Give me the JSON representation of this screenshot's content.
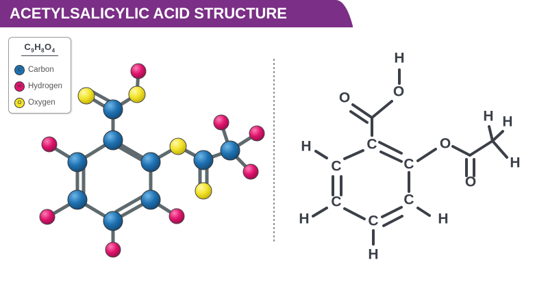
{
  "title": "ACETYLSALICYLIC ACID STRUCTURE",
  "legend": {
    "formula": {
      "c": "C",
      "c_n": "9",
      "h": "H",
      "h_n": "8",
      "o": "O",
      "o_n": "4"
    },
    "items": [
      {
        "label": "Carbon",
        "symbol": "C",
        "color": "#1f72b2"
      },
      {
        "label": "Hydrogen",
        "symbol": "H",
        "color": "#e0156e"
      },
      {
        "label": "Oxygen",
        "symbol": "O",
        "color": "#f2e32a"
      }
    ]
  },
  "colors": {
    "banner": "#7b2f86",
    "bond_ball": "#5e6a6e",
    "formula_text": "#3b3f48",
    "divider": "#555555"
  },
  "structural": {
    "carbon": "C",
    "hydrogen": "H",
    "oxygen": "O"
  }
}
